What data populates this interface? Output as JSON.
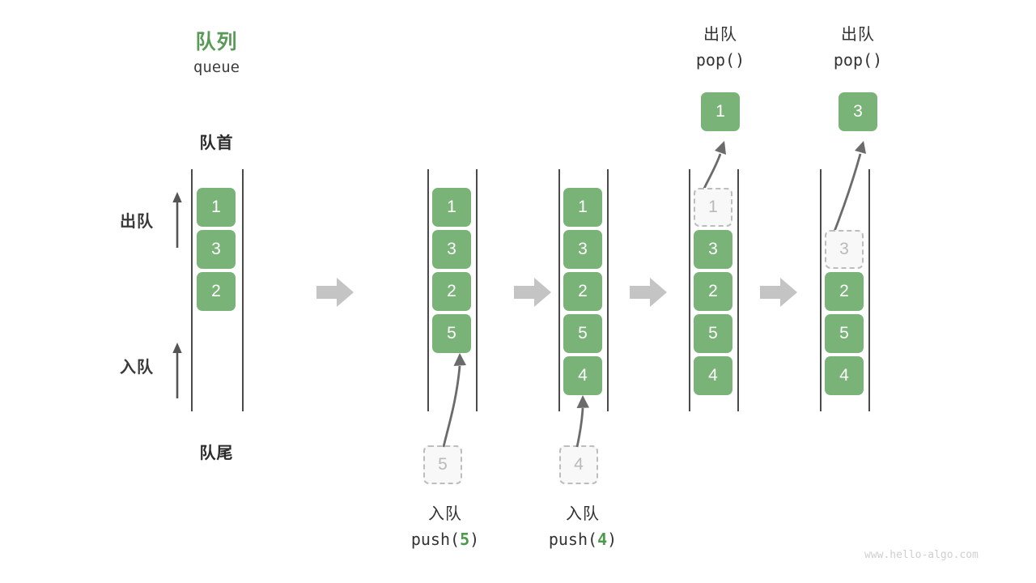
{
  "diagram": {
    "title_cn": "队列",
    "title_en": "queue",
    "front_label": "队首",
    "rear_label": "队尾",
    "dequeue_label": "出队",
    "enqueue_label": "入队",
    "accent_color": "#5A9A57",
    "element_color": "#79B378",
    "ghost_color": "#F8F8F8",
    "rail_color": "#4A4A4A",
    "connector_color": "#C4C4C4"
  },
  "stages": [
    {
      "id": "initial",
      "cells": [
        "1",
        "3",
        "2"
      ],
      "ghost_index": null,
      "ghost_value": null,
      "popped_value": null,
      "op_cn": null,
      "op_code_prefix": null,
      "op_code_arg": null,
      "op_code_suffix": null
    },
    {
      "id": "push-5",
      "cells": [
        "1",
        "3",
        "2",
        "5"
      ],
      "ghost_index": null,
      "ghost_value": "5",
      "popped_value": null,
      "op_cn": "入队",
      "op_code_prefix": "push(",
      "op_code_arg": "5",
      "op_code_suffix": ")"
    },
    {
      "id": "push-4",
      "cells": [
        "1",
        "3",
        "2",
        "5",
        "4"
      ],
      "ghost_index": null,
      "ghost_value": "4",
      "popped_value": null,
      "op_cn": "入队",
      "op_code_prefix": "push(",
      "op_code_arg": "4",
      "op_code_suffix": ")"
    },
    {
      "id": "pop-1",
      "cells": [
        "3",
        "2",
        "5",
        "4"
      ],
      "ghost_index": 0,
      "ghost_value": "1",
      "popped_value": "1",
      "op_cn": "出队",
      "op_code_prefix": "pop(",
      "op_code_arg": "",
      "op_code_suffix": ")"
    },
    {
      "id": "pop-3",
      "cells": [
        "2",
        "5",
        "4"
      ],
      "ghost_index": 1,
      "ghost_value": "3",
      "popped_value": "3",
      "op_cn": "出队",
      "op_code_prefix": "pop(",
      "op_code_arg": "",
      "op_code_suffix": ")"
    }
  ],
  "watermark": "www.hello-algo.com"
}
